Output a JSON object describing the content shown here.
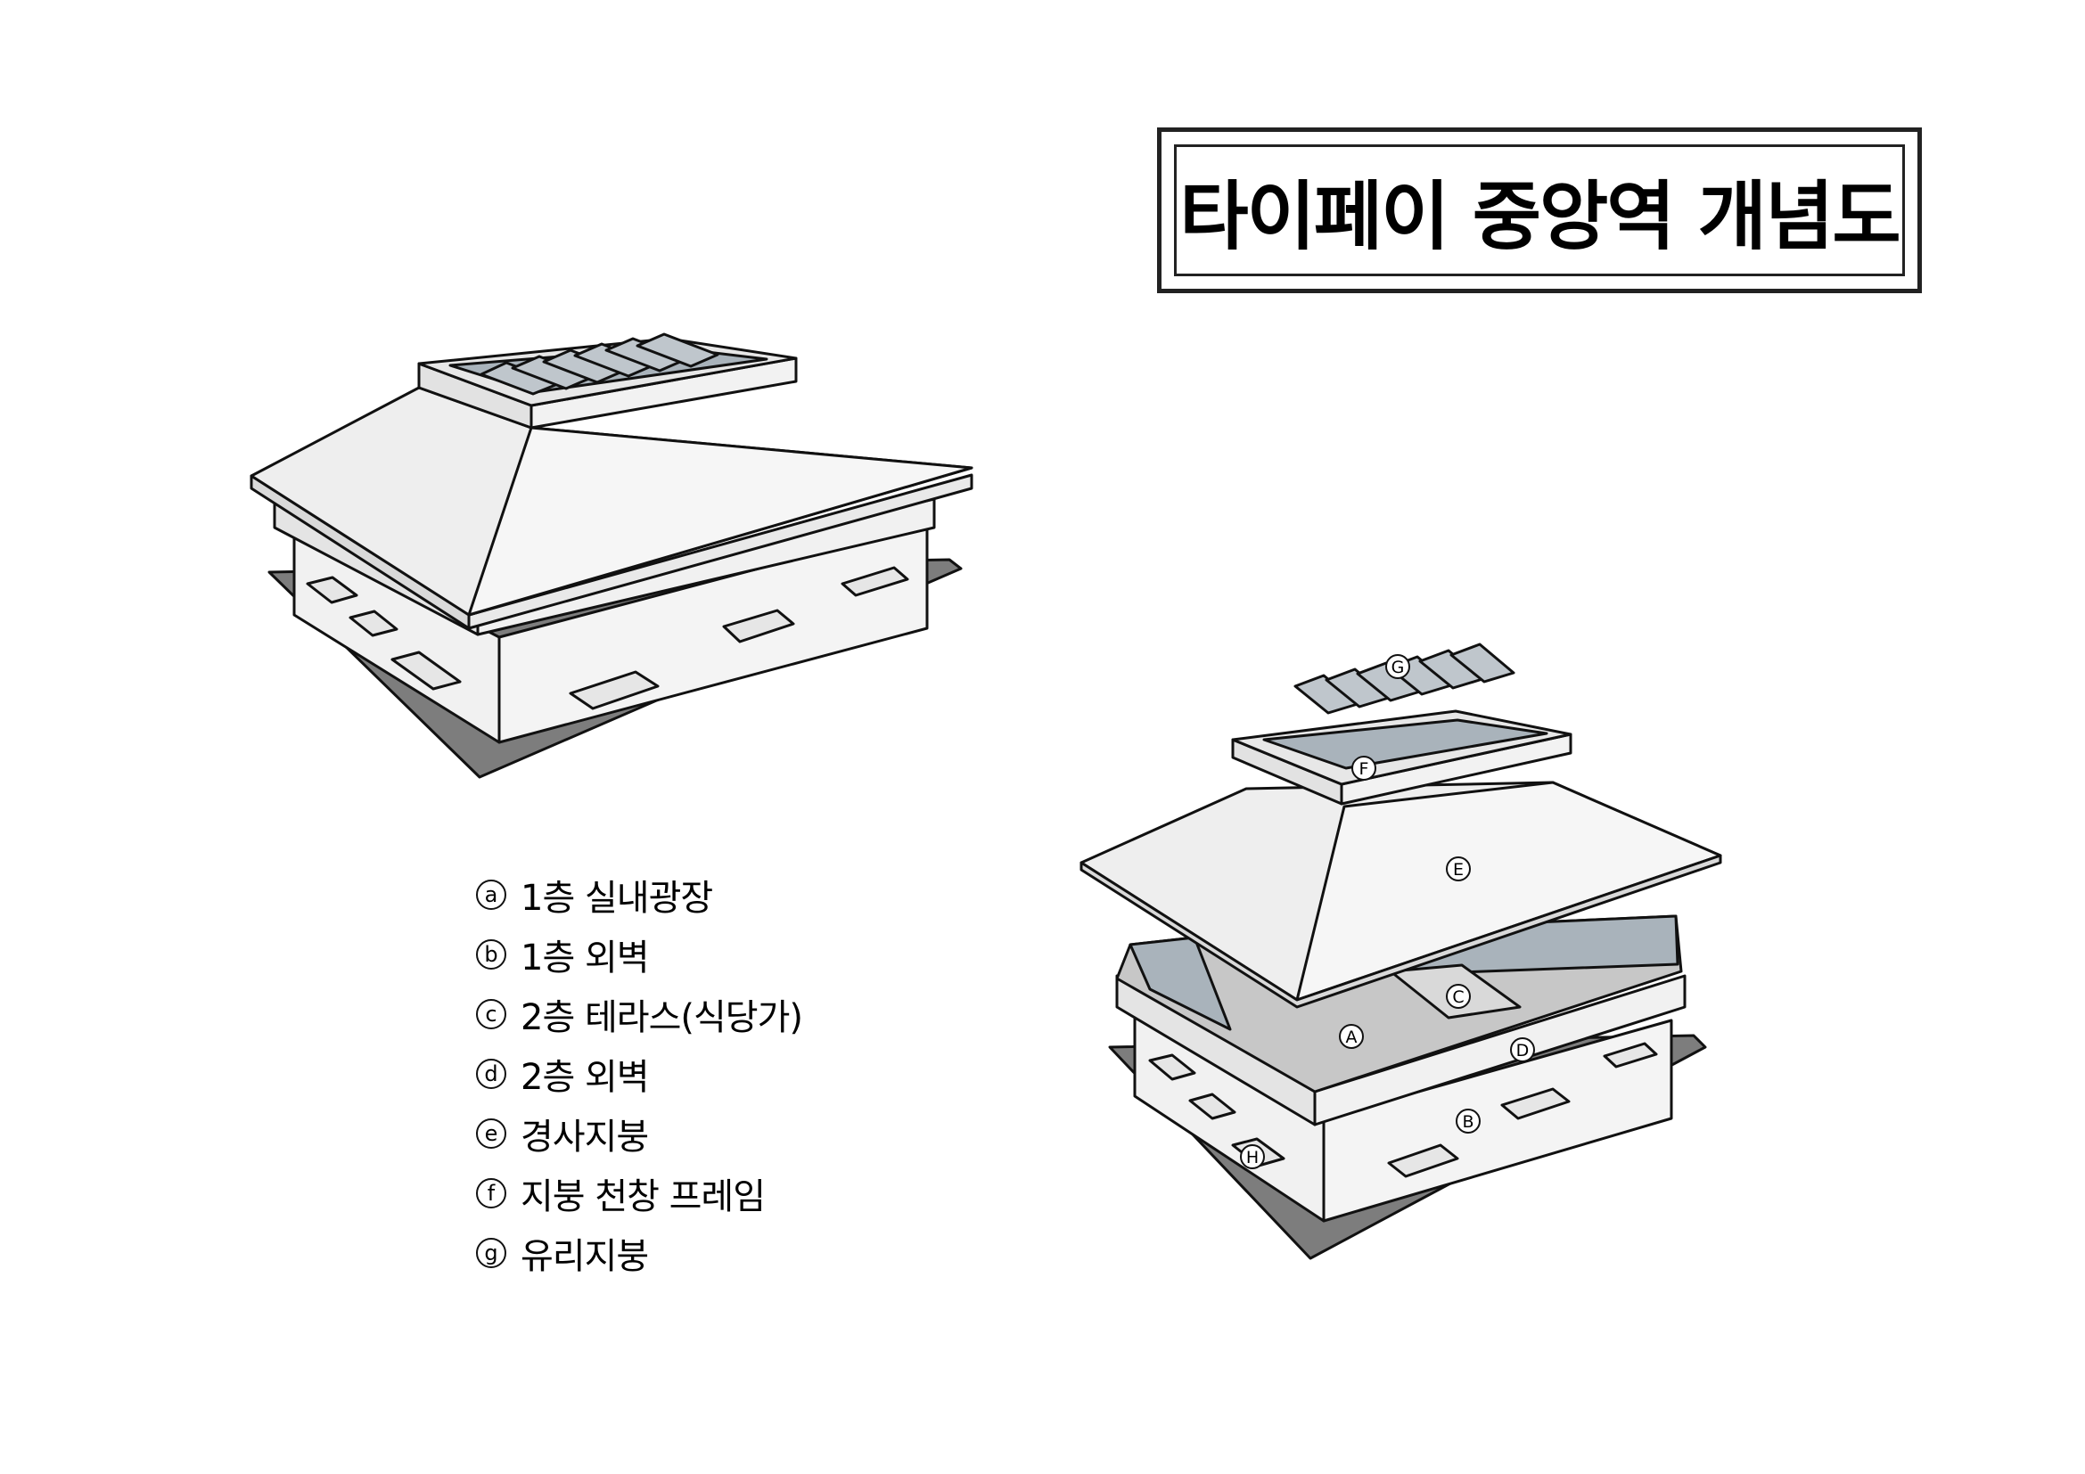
{
  "title": "타이페이 중앙역 개념도",
  "legend": [
    {
      "marker": "a",
      "label": "1층 실내광장"
    },
    {
      "marker": "b",
      "label": "1층 외벽"
    },
    {
      "marker": "c",
      "label": "2층 테라스(식당가)"
    },
    {
      "marker": "d",
      "label": "2층 외벽"
    },
    {
      "marker": "e",
      "label": "경사지붕"
    },
    {
      "marker": "f",
      "label": "지붕 천창 프레임"
    },
    {
      "marker": "g",
      "label": "유리지붕"
    }
  ],
  "callouts": {
    "A": "A",
    "B": "B",
    "C": "C",
    "D": "D",
    "E": "E",
    "F": "F",
    "G": "G",
    "H": "H"
  },
  "colors": {
    "stroke": "#111111",
    "light": "#e9e9e9",
    "mid": "#a8a8a8",
    "glass": "#a9b3bb",
    "dark": "#7d7d7d"
  }
}
